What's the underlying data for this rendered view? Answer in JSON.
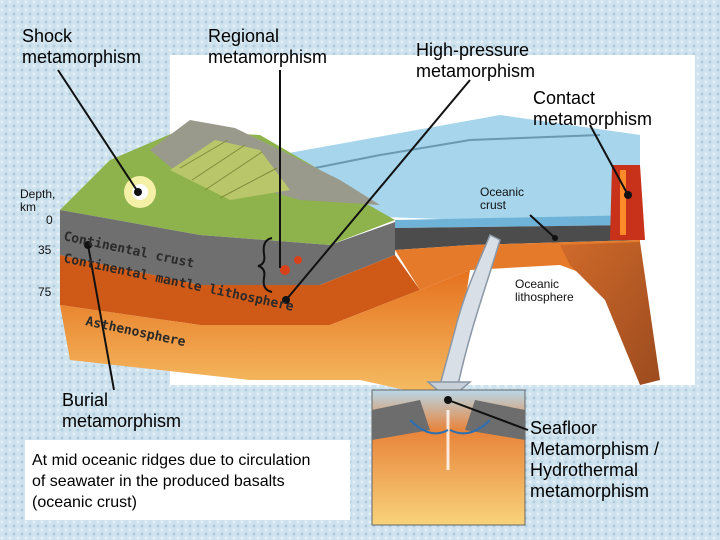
{
  "labels": {
    "shock": "Shock\nmetamorphism",
    "regional": "Regional\nmetamorphism",
    "high_pressure": "High-pressure\nmetamorphism",
    "contact": "Contact\nmetamorphism",
    "burial": "Burial\nmetamorphism",
    "seafloor": "Seafloor\nMetamorphism /\nHydrothermal\nmetamorphism"
  },
  "axis": {
    "title": "Depth,\nkm",
    "tick_0": "0",
    "tick_35": "35",
    "tick_75": "75"
  },
  "diagram_labels": {
    "oceanic_crust": "Oceanic\ncrust",
    "oceanic_lithosphere": "Oceanic\nlithosphere",
    "continental_crust": "Continental crust",
    "continental_mantle": "Continental mantle lithosphere",
    "asthenosphere": "Asthenosphere"
  },
  "caption": "At mid oceanic ridges due to circulation\nof seawater in the produced basalts\n(oceanic crust)",
  "colors": {
    "background": "#cfe3ef",
    "sea": "#9fd2ea",
    "crust_gray": "#7b7b7b",
    "mantle_orange": "#e0641a",
    "asthenosphere": "#f2a23a",
    "magma": "#d23a12"
  }
}
